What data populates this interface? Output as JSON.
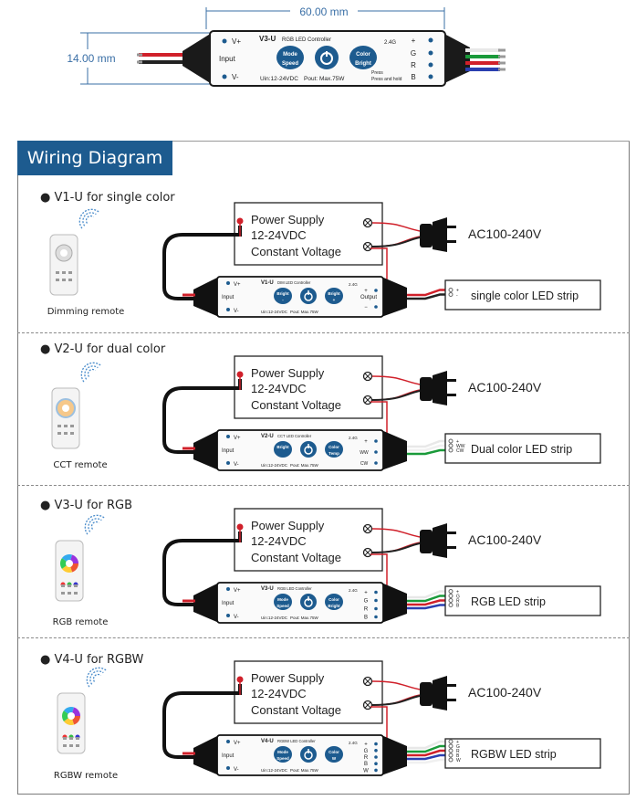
{
  "dimension": {
    "width_label": "60.00 mm",
    "height_label": "14.00 mm"
  },
  "top_controller": {
    "model": "V3-U",
    "subtitle": "RGB LED Controller",
    "band": "2.4G",
    "input_label": "Input",
    "v_plus": "V+",
    "v_minus": "V-",
    "btn1_top": "Mode",
    "btn1_bottom": "Speed",
    "btn2_top": "Color",
    "btn2_bottom": "Bright",
    "spec1": "Uin:12-24VDC",
    "spec2": "Pout: Max.75W",
    "press1": "Press",
    "press2": "Press and hold",
    "outputs": [
      "+",
      "G",
      "R",
      "B"
    ]
  },
  "title": "Wiring Diagram",
  "power_supply": {
    "line1": "Power Supply",
    "line2": "12-24VDC",
    "line3": "Constant Voltage"
  },
  "ac_label": "AC100-240V",
  "sections": [
    {
      "title": "V1-U for single color",
      "remote": "Dimming remote",
      "controller": {
        "model": "V1-U",
        "subtitle": "DIM LED Controller",
        "btn1": [
          "Bright",
          "-"
        ],
        "btn2": [
          "Bright",
          "+"
        ],
        "right_label": "Output",
        "outputs": [
          "+",
          "−"
        ],
        "spec1": "Uin:12-24VDC",
        "spec2": "Pout: Max.75W"
      },
      "strip": "single color LED strip",
      "strip_pins": [
        "+",
        "-"
      ]
    },
    {
      "title": "V2-U for dual color",
      "remote": "CCT remote",
      "controller": {
        "model": "V2-U",
        "subtitle": "CCT LED Controller",
        "btn1": [
          "Bright",
          ""
        ],
        "btn2": [
          "Color",
          "Temp"
        ],
        "right_label": "",
        "outputs": [
          "+",
          "WW",
          "CW"
        ],
        "spec1": "Uin:12-24VDC",
        "spec2": "Pout: Max.75W"
      },
      "strip": "Dual color LED strip",
      "strip_pins": [
        "+",
        "WW",
        "CW"
      ]
    },
    {
      "title": "V3-U for RGB",
      "remote": "RGB remote",
      "controller": {
        "model": "V3-U",
        "subtitle": "RGB LED Controller",
        "btn1": [
          "Mode",
          "Speed"
        ],
        "btn2": [
          "Color",
          "Bright"
        ],
        "right_label": "",
        "outputs": [
          "+",
          "G",
          "R",
          "B"
        ],
        "spec1": "Uin:12-24VDC",
        "spec2": "Pout: Max.75W"
      },
      "strip": "RGB LED strip",
      "strip_pins": [
        "+",
        "G",
        "R",
        "B"
      ]
    },
    {
      "title": "V4-U for RGBW",
      "remote": "RGBW remote",
      "controller": {
        "model": "V4-U",
        "subtitle": "RGBW LED Controller",
        "btn1": [
          "Mode",
          "Speed"
        ],
        "btn2": [
          "Color",
          "W"
        ],
        "right_label": "",
        "outputs": [
          "+",
          "G",
          "R",
          "B",
          "W"
        ],
        "spec1": "Uin:12-24VDC",
        "spec2": "Pout: Max.75W"
      },
      "strip": "RGBW LED strip",
      "strip_pins": [
        "+",
        "G",
        "R",
        "B",
        "W"
      ]
    }
  ],
  "colors": {
    "brand_blue": "#1d5b8f",
    "red_wire": "#d0202a",
    "green_wire": "#1a9a3a",
    "blue_wire": "#2a3fb0",
    "white_wire": "#e8e8e8"
  }
}
